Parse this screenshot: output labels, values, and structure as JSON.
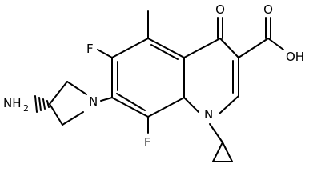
{
  "molecule": {
    "atoms": {
      "F_upper": "F",
      "F_lower": "F",
      "O_ketone": "O",
      "OH": "OH",
      "N_ring": "N",
      "N_pyrrolidine": "N",
      "amine": "NH",
      "amine_sub": "2"
    },
    "bond_color": "#000000",
    "background": "#ffffff"
  }
}
